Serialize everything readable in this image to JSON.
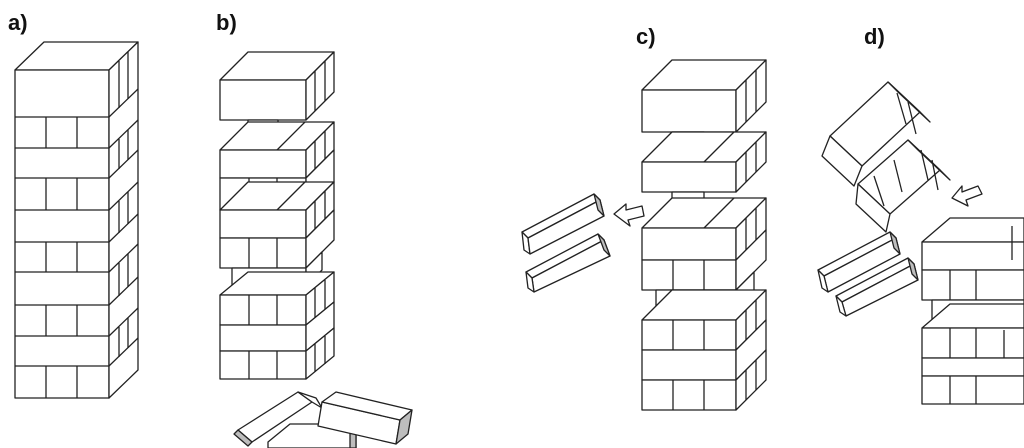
{
  "figure": {
    "panels": [
      {
        "id": "a",
        "label": "a)"
      },
      {
        "id": "b",
        "label": "b)"
      },
      {
        "id": "c",
        "label": "c)"
      },
      {
        "id": "d",
        "label": "d)"
      }
    ],
    "colors": {
      "line": "#222222",
      "block_face": "#ffffff",
      "block_end": "#bdbdbd"
    },
    "icons": [
      "removal-arrow-icon"
    ]
  }
}
